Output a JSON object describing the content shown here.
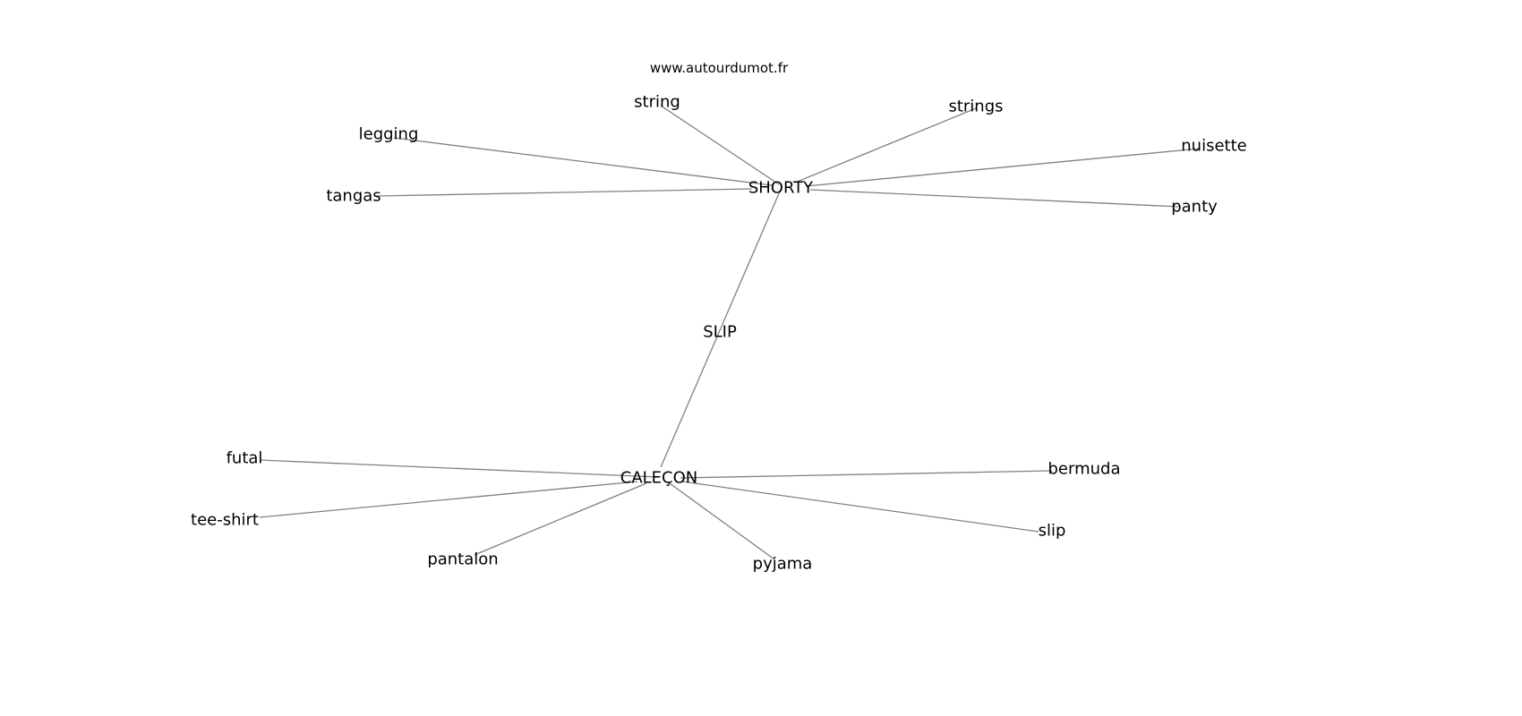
{
  "source": "www.autourdumot.fr",
  "edge_color": "#808080",
  "nodes": [
    {
      "id": "shorty",
      "label": "SHORTY"
    },
    {
      "id": "slip_hub",
      "label": "SLIP"
    },
    {
      "id": "calecon",
      "label": "CALEÇON"
    },
    {
      "id": "string",
      "label": "string"
    },
    {
      "id": "strings",
      "label": "strings"
    },
    {
      "id": "legging",
      "label": "legging"
    },
    {
      "id": "nuisette",
      "label": "nuisette"
    },
    {
      "id": "tangas",
      "label": "tangas"
    },
    {
      "id": "panty",
      "label": "panty"
    },
    {
      "id": "futal",
      "label": "futal"
    },
    {
      "id": "bermuda",
      "label": "bermuda"
    },
    {
      "id": "tee-shirt",
      "label": "tee-shirt"
    },
    {
      "id": "slip",
      "label": "slip"
    },
    {
      "id": "pantalon",
      "label": "pantalon"
    },
    {
      "id": "pyjama",
      "label": "pyjama"
    }
  ],
  "edges": [
    [
      "shorty",
      "string"
    ],
    [
      "shorty",
      "strings"
    ],
    [
      "shorty",
      "legging"
    ],
    [
      "shorty",
      "nuisette"
    ],
    [
      "shorty",
      "tangas"
    ],
    [
      "shorty",
      "panty"
    ],
    [
      "shorty",
      "calecon"
    ],
    [
      "calecon",
      "futal"
    ],
    [
      "calecon",
      "tee-shirt"
    ],
    [
      "calecon",
      "pantalon"
    ],
    [
      "calecon",
      "pyjama"
    ],
    [
      "calecon",
      "bermuda"
    ],
    [
      "calecon",
      "slip"
    ]
  ]
}
